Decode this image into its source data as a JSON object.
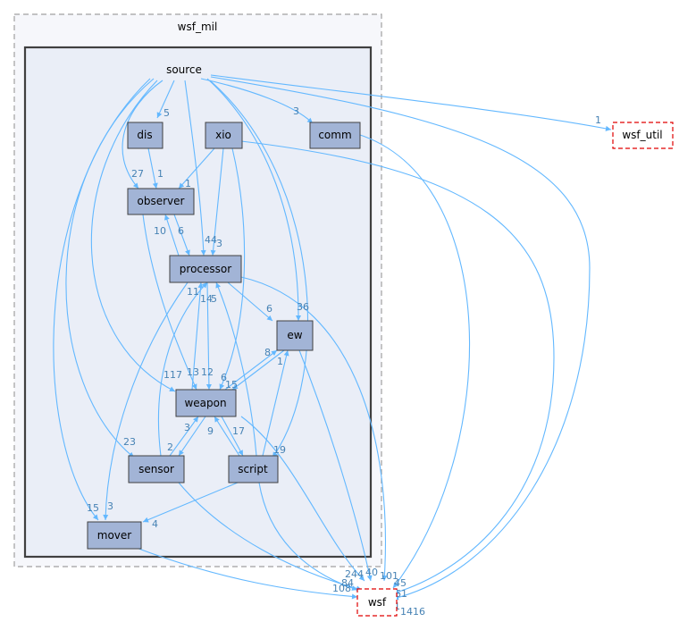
{
  "clusters": {
    "outer": {
      "label": "wsf_mil"
    },
    "inner": {
      "label": "source"
    }
  },
  "nodes": {
    "dis": "dis",
    "xio": "xio",
    "comm": "comm",
    "observer": "observer",
    "processor": "processor",
    "ew": "ew",
    "weapon": "weapon",
    "sensor": "sensor",
    "script": "script",
    "mover": "mover",
    "wsf_util": "wsf_util",
    "wsf": "wsf"
  },
  "edges": [
    {
      "from": "source",
      "to": "dis",
      "label": "5"
    },
    {
      "from": "source",
      "to": "comm",
      "label": "3"
    },
    {
      "from": "source",
      "to": "wsf_util",
      "label": "1"
    },
    {
      "from": "source",
      "to": "observer",
      "label": "27"
    },
    {
      "from": "dis",
      "to": "observer",
      "label": "1"
    },
    {
      "from": "xio",
      "to": "observer",
      "label": "1"
    },
    {
      "from": "observer",
      "to": "processor",
      "label": "6"
    },
    {
      "from": "processor",
      "to": "observer",
      "label": "10"
    },
    {
      "from": "source",
      "to": "processor",
      "label": "44"
    },
    {
      "from": "xio",
      "to": "processor",
      "label": "3"
    },
    {
      "from": "processor",
      "to": "ew",
      "label": "6"
    },
    {
      "from": "source",
      "to": "ew",
      "label": "36"
    },
    {
      "from": "weapon",
      "to": "processor",
      "label": "11"
    },
    {
      "from": "sensor",
      "to": "processor",
      "label": "14"
    },
    {
      "from": "script",
      "to": "processor",
      "label": "5"
    },
    {
      "from": "weapon",
      "to": "ew",
      "label": "8"
    },
    {
      "from": "ew",
      "to": "weapon",
      "label": "6"
    },
    {
      "from": "script",
      "to": "ew",
      "label": "1"
    },
    {
      "from": "source",
      "to": "weapon",
      "label": "117"
    },
    {
      "from": "processor",
      "to": "weapon",
      "label": "13"
    },
    {
      "from": "observer",
      "to": "weapon",
      "label": "12"
    },
    {
      "from": "xio",
      "to": "weapon",
      "label": "15"
    },
    {
      "from": "sensor",
      "to": "weapon",
      "label": "3"
    },
    {
      "from": "weapon",
      "to": "sensor",
      "label": "2"
    },
    {
      "from": "script",
      "to": "weapon",
      "label": "9"
    },
    {
      "from": "weapon",
      "to": "script",
      "label": "17"
    },
    {
      "from": "source",
      "to": "sensor",
      "label": "23"
    },
    {
      "from": "source",
      "to": "script",
      "label": "19"
    },
    {
      "from": "source",
      "to": "mover",
      "label": "15"
    },
    {
      "from": "processor",
      "to": "mover",
      "label": "3"
    },
    {
      "from": "script",
      "to": "mover",
      "label": "4"
    },
    {
      "from": "source",
      "to": "wsf",
      "label": "1416"
    },
    {
      "from": "mover",
      "to": "wsf",
      "label": "108"
    },
    {
      "from": "sensor",
      "to": "wsf",
      "label": "84"
    },
    {
      "from": "weapon",
      "to": "wsf",
      "label": "244"
    },
    {
      "from": "ew",
      "to": "wsf",
      "label": "40"
    },
    {
      "from": "processor",
      "to": "wsf",
      "label": "101"
    },
    {
      "from": "script",
      "to": "wsf",
      "label": "45"
    },
    {
      "from": "comm",
      "to": "wsf",
      "label": "61"
    },
    {
      "from": "xio",
      "to": "wsf",
      "label": "1"
    }
  ]
}
